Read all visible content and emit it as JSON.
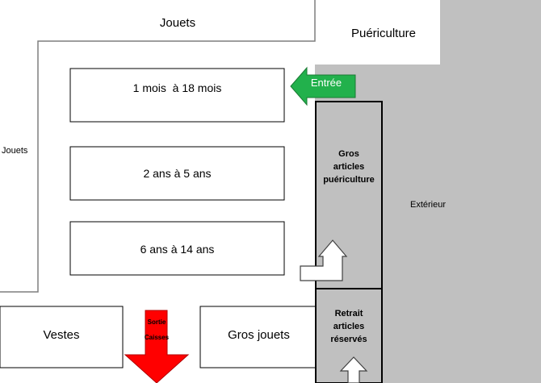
{
  "zones": {
    "toys_top": "Jouets",
    "childcare": "Puériculture",
    "toys_left": "Jouets",
    "outside": "Extérieur",
    "jackets": "Vestes",
    "big_toys": "Gros jouets"
  },
  "shelves": {
    "age_1": "1 mois  à 18 mois",
    "age_2": "2 ans à 5 ans",
    "age_3": "6 ans à 14 ans"
  },
  "entrance": "Entrée",
  "exit_line1": "Sortie",
  "exit_line2": "Caisses",
  "big_childcare": {
    "line1": "Gros",
    "line2": "articles",
    "line3": "puériculture"
  },
  "pickup": {
    "line1": "Retrait",
    "line2": "articles",
    "line3": "réservés"
  },
  "colors": {
    "outside_gray": "#c0c0c0",
    "entrance_green": "#22b14c",
    "exit_red": "#ff0000",
    "wall": "#7f7f7f"
  }
}
